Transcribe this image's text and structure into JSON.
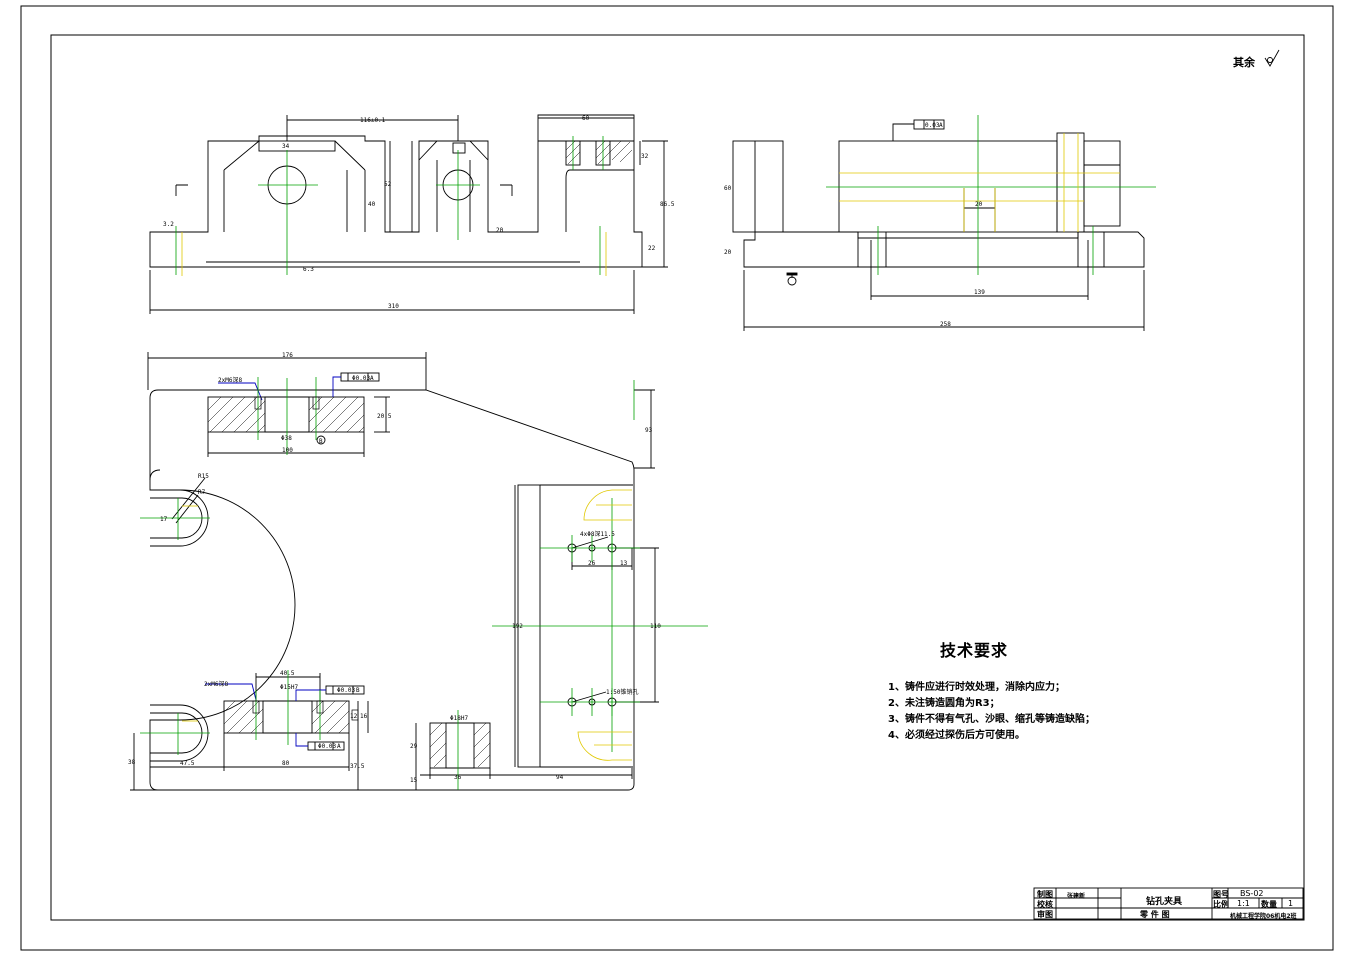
{
  "surface_finish": {
    "label": "其余"
  },
  "tech_requirements": {
    "title": "技术要求",
    "items": [
      "1、铸件应进行时效处理，消除内应力；",
      "2、未注铸造圆角为R3；",
      "3、铸件不得有气孔、沙眼、缩孔等铸造缺陷；",
      "4、必须经过探伤后方可使用。"
    ]
  },
  "title_block": {
    "row_labels": [
      "制图",
      "校核",
      "审图"
    ],
    "drawer_name": "张建新",
    "part_name": "钻孔夹具",
    "drawing_type": "零 件 图",
    "drawing_no_label": "图号",
    "drawing_no": "BS-02",
    "scale_label": "比例",
    "scale": "1:1",
    "qty_label": "数量",
    "qty": "1",
    "org": "机械工程学院06机电2班"
  },
  "dimensions": {
    "front_width": "310",
    "front_center": "116±0.1",
    "front_slot": "34",
    "front_top": "60",
    "front_h1": "32",
    "front_h2": "52",
    "front_h3": "40",
    "front_h4": "20",
    "front_h5": "86.5",
    "front_base": "22",
    "front_rough": "6.3",
    "front_rough2": "3.2",
    "side_width": "258",
    "side_inner": "139",
    "side_h1": "60",
    "side_h2": "20",
    "side_slot": "20",
    "side_tol": "0.03",
    "datum": "A",
    "datum_b": "B",
    "plan_width": "176",
    "plan_h1": "93",
    "plan_slot": "100",
    "plan_bore": "Φ38",
    "plan_tol1": "Φ0.03",
    "plan_thread": "2xM6深8",
    "plan_r15": "R15",
    "plan_r7": "R7",
    "plan_17": "17",
    "plan_hole": "4xΦ8深11.5",
    "plan_26": "26",
    "plan_13": "13",
    "plan_192": "192",
    "plan_110": "110",
    "plan_thread2": "1:50锥销孔",
    "plan_40": "40.5",
    "plan_bore2": "Φ15H7",
    "plan_bore3": "Φ18H7",
    "plan_47": "47.5",
    "plan_80": "80",
    "plan_37": "37.5",
    "plan_36": "36",
    "plan_94": "94",
    "plan_15": "15",
    "plan_29": "29",
    "plan_16": "16",
    "plan_12": "12",
    "plan_38": "38",
    "plan_20_5": "20.5"
  }
}
